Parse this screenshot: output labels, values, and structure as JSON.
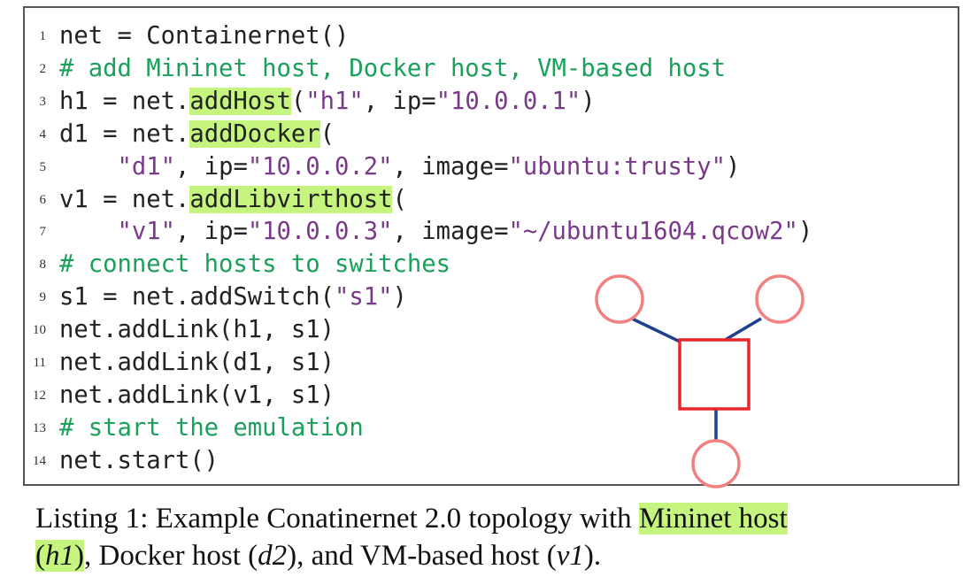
{
  "listing": {
    "lines": [
      {
        "num": "1",
        "segments": [
          {
            "t": "net = Containernet()",
            "k": "plain"
          }
        ]
      },
      {
        "num": "2",
        "segments": [
          {
            "t": "# add Mininet host, Docker host, VM-based host",
            "k": "comment"
          }
        ]
      },
      {
        "num": "3",
        "segments": [
          {
            "t": "h1 = net.",
            "k": "plain"
          },
          {
            "t": "addHost",
            "k": "hl"
          },
          {
            "t": "(",
            "k": "plain"
          },
          {
            "t": "\"h1\"",
            "k": "str"
          },
          {
            "t": ", ip=",
            "k": "plain"
          },
          {
            "t": "\"10.0.0.1\"",
            "k": "str"
          },
          {
            "t": ")",
            "k": "plain"
          }
        ]
      },
      {
        "num": "4",
        "segments": [
          {
            "t": "d1 = net.",
            "k": "plain"
          },
          {
            "t": "addDocker",
            "k": "hl"
          },
          {
            "t": "(",
            "k": "plain"
          }
        ]
      },
      {
        "num": "5",
        "segments": [
          {
            "t": "    ",
            "k": "plain"
          },
          {
            "t": "\"d1\"",
            "k": "str"
          },
          {
            "t": ", ip=",
            "k": "plain"
          },
          {
            "t": "\"10.0.0.2\"",
            "k": "str"
          },
          {
            "t": ", image=",
            "k": "plain"
          },
          {
            "t": "\"ubuntu:trusty\"",
            "k": "str"
          },
          {
            "t": ")",
            "k": "plain"
          }
        ]
      },
      {
        "num": "6",
        "segments": [
          {
            "t": "v1 = net.",
            "k": "plain"
          },
          {
            "t": "addLibvirthost",
            "k": "hl"
          },
          {
            "t": "(",
            "k": "plain"
          }
        ]
      },
      {
        "num": "7",
        "segments": [
          {
            "t": "    ",
            "k": "plain"
          },
          {
            "t": "\"v1\"",
            "k": "str"
          },
          {
            "t": ", ip=",
            "k": "plain"
          },
          {
            "t": "\"10.0.0.3\"",
            "k": "str"
          },
          {
            "t": ", image=",
            "k": "plain"
          },
          {
            "t": "\"~/ubuntu1604.qcow2\"",
            "k": "str"
          },
          {
            "t": ")",
            "k": "plain"
          }
        ]
      },
      {
        "num": "8",
        "segments": [
          {
            "t": "# connect hosts to switches",
            "k": "comment"
          }
        ]
      },
      {
        "num": "9",
        "segments": [
          {
            "t": "s1 = net.addSwitch(",
            "k": "plain"
          },
          {
            "t": "\"s1\"",
            "k": "str"
          },
          {
            "t": ")",
            "k": "plain"
          }
        ]
      },
      {
        "num": "10",
        "segments": [
          {
            "t": "net.addLink(h1, s1)",
            "k": "plain"
          }
        ]
      },
      {
        "num": "11",
        "segments": [
          {
            "t": "net.addLink(d1, s1)",
            "k": "plain"
          }
        ]
      },
      {
        "num": "12",
        "segments": [
          {
            "t": "net.addLink(v1, s1)",
            "k": "plain"
          }
        ]
      },
      {
        "num": "13",
        "segments": [
          {
            "t": "# start the emulation",
            "k": "comment"
          }
        ]
      },
      {
        "num": "14",
        "segments": [
          {
            "t": "net.start()",
            "k": "plain"
          }
        ]
      }
    ]
  },
  "topology": {
    "host_color": "#f28080",
    "switch_color": "#e8262c",
    "link_color": "#1f3f8f"
  },
  "caption": {
    "label": "Listing 1:",
    "text_a": " Example Conatinernet 2.0 topology with ",
    "hl_a": "Mininet host",
    "hl_b": "(",
    "h1": "h1",
    "hl_c": ")",
    "text_b": ", Docker host (",
    "d2": "d2",
    "text_c": "), and VM-based host (",
    "v1": "v1",
    "text_d": ")."
  }
}
